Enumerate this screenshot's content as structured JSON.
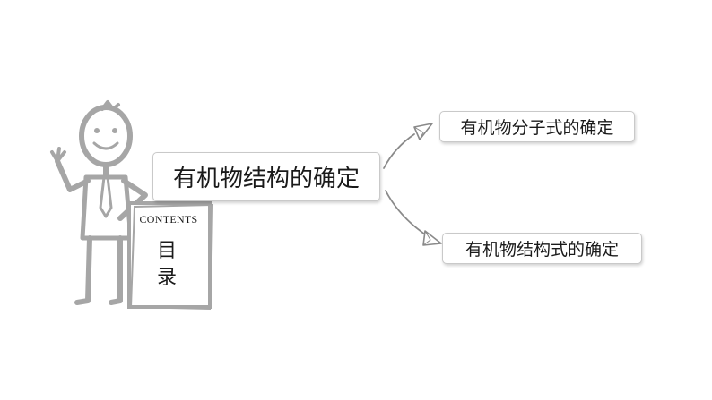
{
  "main_topic": {
    "label": "有机物结构的确定"
  },
  "branches": [
    {
      "label": "有机物分子式的确定"
    },
    {
      "label": "有机物结构式的确定"
    }
  ],
  "sign": {
    "english": "CONTENTS",
    "chinese_line1": "目",
    "chinese_line2": "录"
  },
  "colors": {
    "line_art": "#a6a6a6",
    "box_border": "#c9c9c9",
    "text": "#1a1a1a"
  },
  "icons": [
    "stick-figure-with-sign",
    "arrow-to-branch-1",
    "arrow-to-branch-2"
  ]
}
